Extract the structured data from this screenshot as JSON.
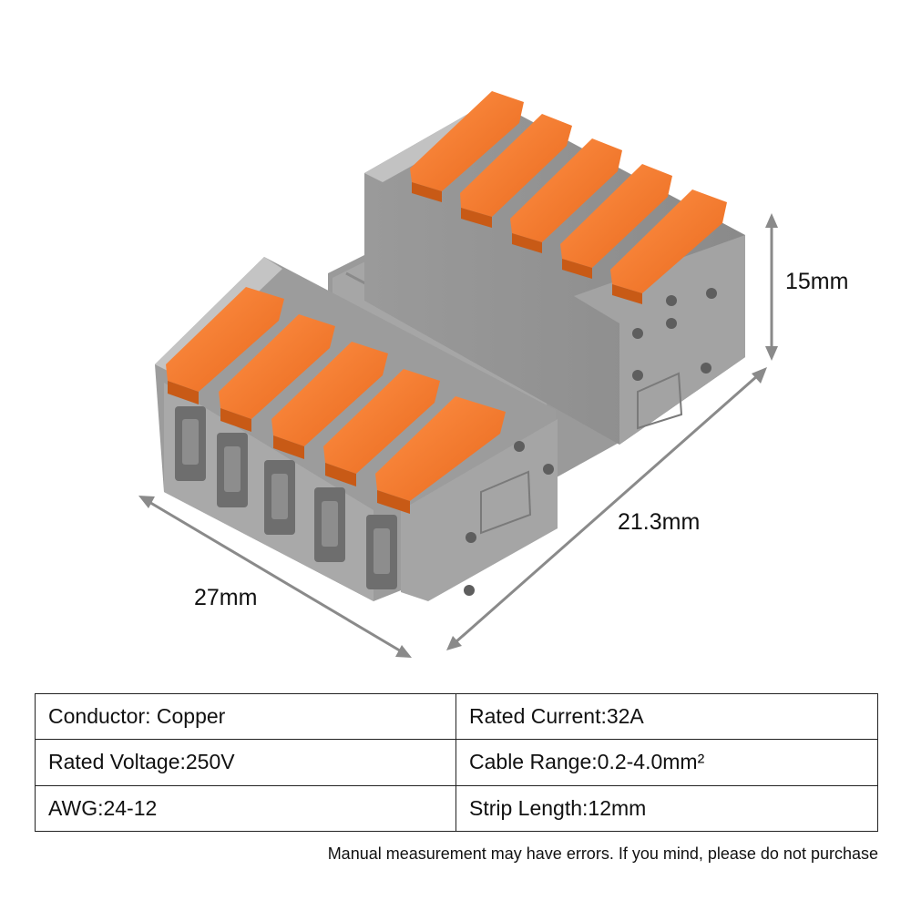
{
  "figure": {
    "colors": {
      "housing": "#9c9c9c",
      "housing_light": "#b3b3b3",
      "housing_dark": "#7d7d7d",
      "lever": "#f07a2a",
      "lever_dark": "#c85a16",
      "dimension_line": "#8a8a8a"
    },
    "dimensions": {
      "height": "15mm",
      "depth": "21.3mm",
      "width": "27mm"
    }
  },
  "specs": {
    "conductor": "Conductor: Copper",
    "rated_current": "Rated Current:32A",
    "rated_voltage": "Rated Voltage:250V",
    "cable_range": "Cable Range:0.2-4.0mm²",
    "awg": "AWG:24-12",
    "strip_length": "Strip Length:12mm"
  },
  "disclaimer": "Manual measurement may have errors. If you mind, please do not purchase"
}
